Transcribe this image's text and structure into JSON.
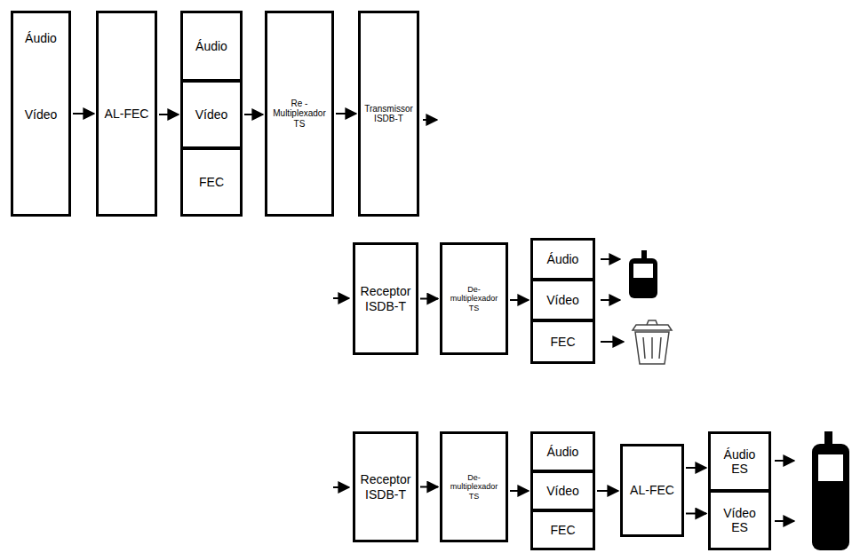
{
  "diagram": {
    "nodes": [
      {
        "text": [
          "Áudio",
          "Vídeo"
        ]
      },
      {
        "text": [
          "AL-FEC"
        ]
      },
      {
        "text": [
          "Áudio"
        ]
      },
      {
        "text": [
          "Vídeo"
        ]
      },
      {
        "text": [
          "FEC"
        ]
      },
      {
        "text": [
          "Re - Multiplexador TS"
        ]
      },
      {
        "text": [
          "Transmissor ISDB-T"
        ]
      },
      {
        "text": [
          "Receptor ISDB-T"
        ]
      },
      {
        "text": [
          "De- multiplexador TS"
        ]
      },
      {
        "text": [
          "Áudio"
        ]
      },
      {
        "text": [
          "Vídeo"
        ]
      },
      {
        "text": [
          "FEC"
        ]
      },
      {
        "text": [
          "Receptor ISDB-T"
        ]
      },
      {
        "text": [
          "De- multiplexador TS"
        ]
      },
      {
        "text": [
          "Áudio"
        ]
      },
      {
        "text": [
          "Vídeo"
        ]
      },
      {
        "text": [
          "FEC"
        ]
      },
      {
        "text": [
          "AL-FEC"
        ]
      },
      {
        "text": [
          "Áudio ES"
        ]
      },
      {
        "text": [
          "Vídeo ES"
        ]
      }
    ],
    "edges": [
      {
        "from": 0,
        "to": 1,
        "arrow": "to"
      },
      {
        "from": 1,
        "to": 3,
        "arrow": "to"
      },
      {
        "from": 3,
        "to": 5,
        "arrow": "to"
      },
      {
        "from": 5,
        "to": 6,
        "arrow": "to"
      },
      {
        "from": 7,
        "to": 8,
        "arrow": "to"
      },
      {
        "from": 8,
        "to": 10,
        "arrow": "to"
      },
      {
        "from": 12,
        "to": 13,
        "arrow": "to"
      },
      {
        "from": 13,
        "to": 15,
        "arrow": "to"
      },
      {
        "from": 15,
        "to": 17,
        "arrow": "to"
      },
      {
        "from": 17,
        "to": 18,
        "arrow": "to"
      },
      {
        "from": 17,
        "to": 19,
        "arrow": "to"
      }
    ]
  }
}
